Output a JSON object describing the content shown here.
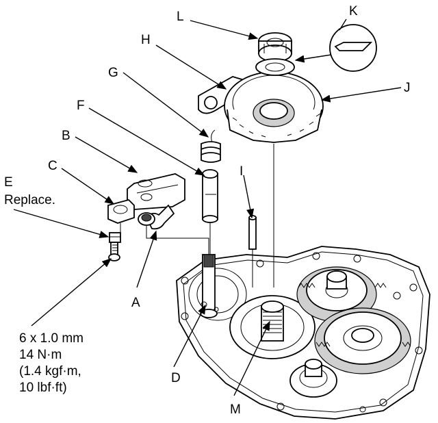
{
  "labels": {
    "A": "A",
    "B": "B",
    "C": "C",
    "D": "D",
    "E": "E",
    "E_note": "Replace.",
    "F": "F",
    "G": "G",
    "H": "H",
    "I": "I",
    "J": "J",
    "K": "K",
    "L": "L",
    "M": "M"
  },
  "torque_spec": {
    "line1": "6 x 1.0 mm",
    "line2": "14 N·m",
    "line3": "(1.4 kgf·m,",
    "line4": "10 lbf·ft)"
  }
}
